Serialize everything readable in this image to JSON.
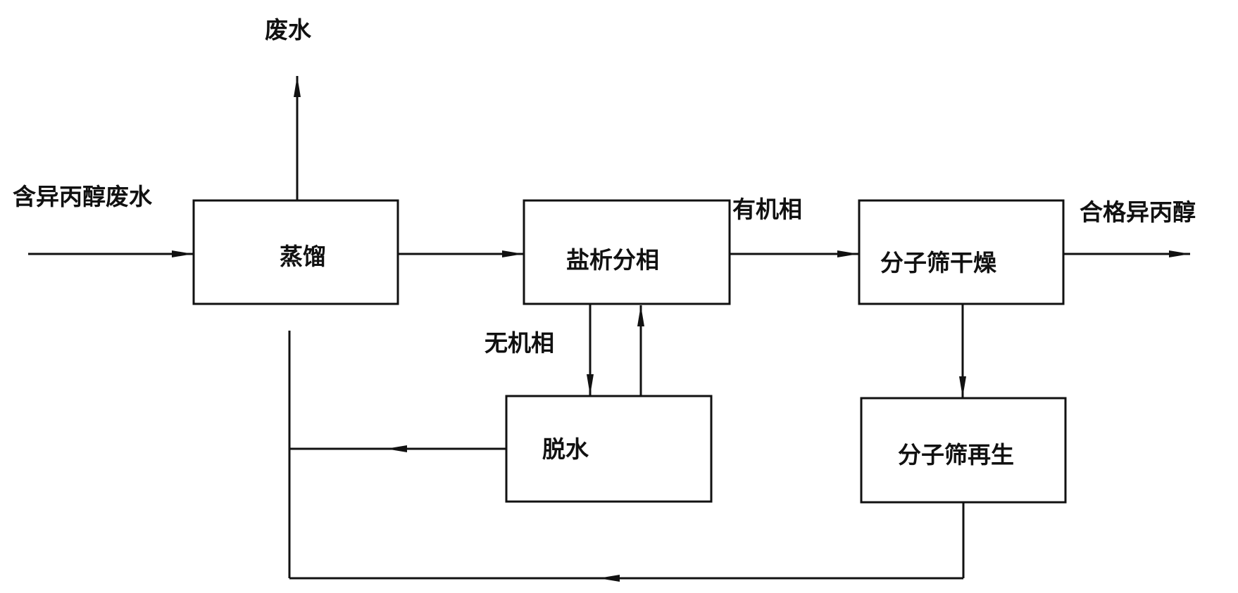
{
  "labels": {
    "waste_water_out": "废水",
    "feed": "含异丙醇废水",
    "organic_phase": "有机相",
    "qualified_product": "合格异丙醇",
    "inorganic_phase": "无机相"
  },
  "boxes": {
    "distillation": "蒸馏",
    "salting_out": "盐析分相",
    "sieve_drying": "分子筛干燥",
    "dehydration": "脱水",
    "sieve_regen": "分子筛再生"
  }
}
